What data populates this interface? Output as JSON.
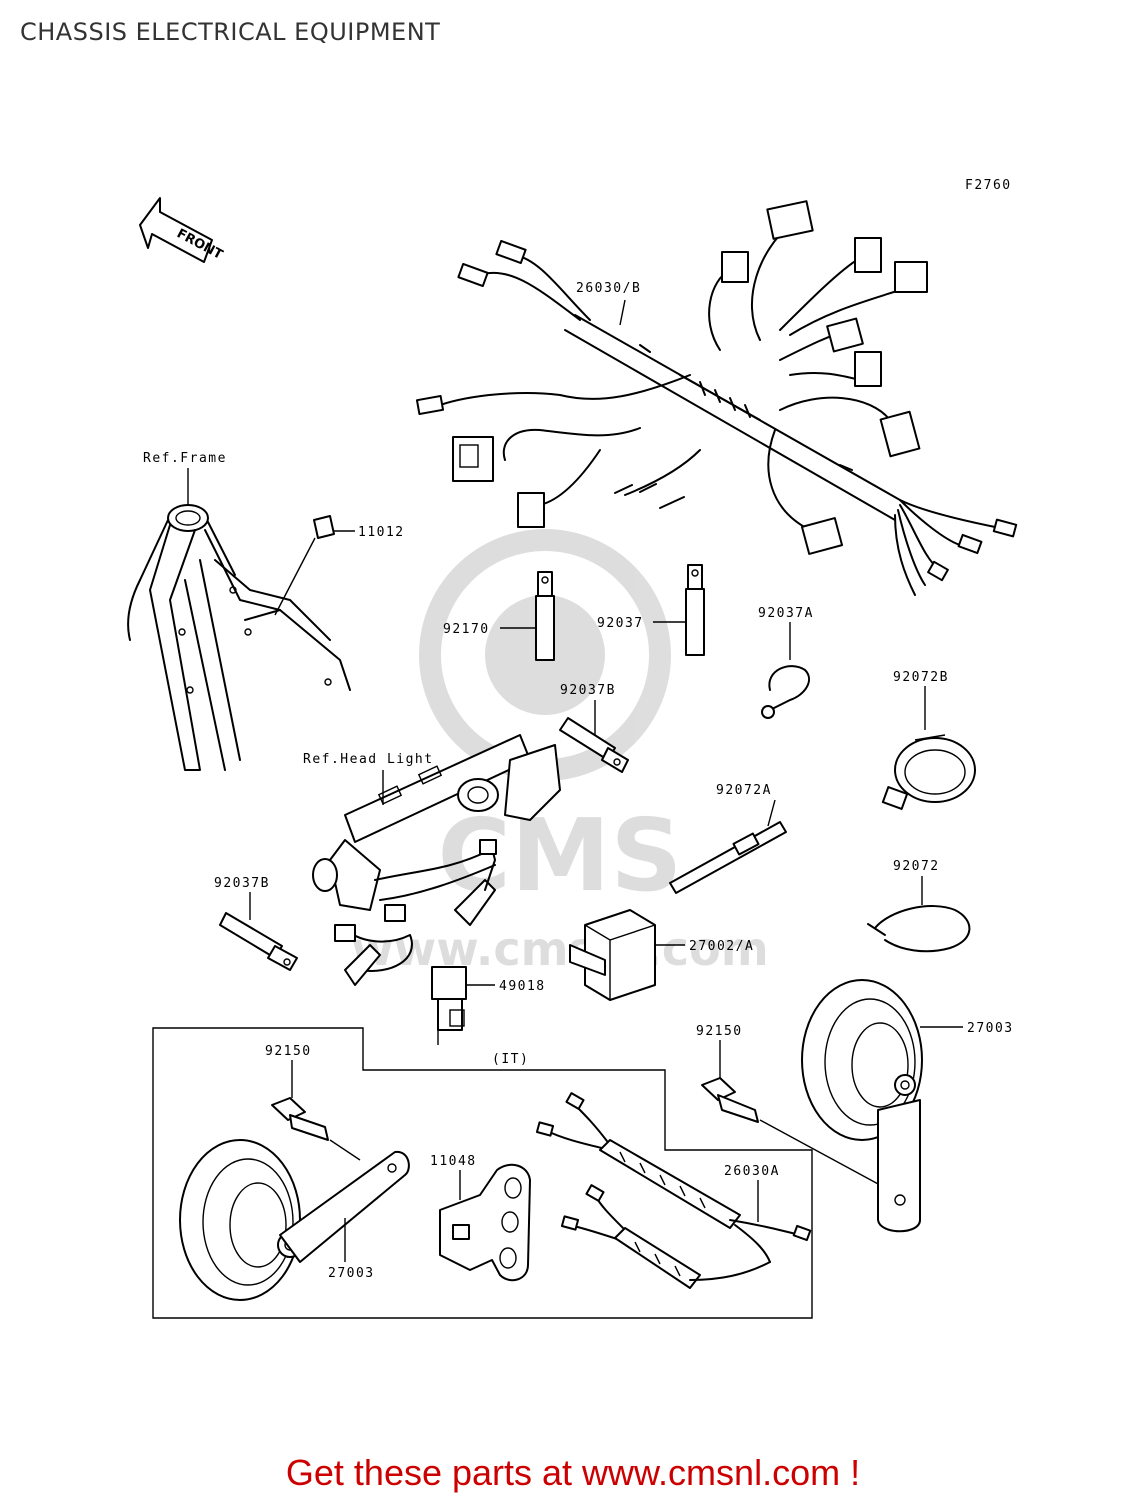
{
  "page": {
    "title": "CHASSIS ELECTRICAL EQUIPMENT"
  },
  "diagram": {
    "figure_code": "F2760",
    "front_arrow_label": "FRONT",
    "watermark": {
      "text": "www.cmsnl.com",
      "logo_text": "CMS"
    },
    "group_label": "(IT)",
    "labels": {
      "harness": "26030/B",
      "ref_frame": "Ref.Frame",
      "p11012": "11012",
      "p92170": "92170",
      "p92037": "92037",
      "p92037A": "92037A",
      "p92037B_top": "92037B",
      "p92072B": "92072B",
      "ref_head_light": "Ref.Head Light",
      "p92072A": "92072A",
      "p92037B_left": "92037B",
      "p92072": "92072",
      "p27002A": "27002/A",
      "p49018": "49018",
      "p92150_right": "92150",
      "p27003_right": "27003",
      "p92150_left": "92150",
      "p11048": "11048",
      "p26030A": "26030A",
      "p27003_left": "27003"
    }
  },
  "footer": {
    "banner_text": "Get these parts at www.cmsnl.com !",
    "banner_color": "#cc0000"
  }
}
